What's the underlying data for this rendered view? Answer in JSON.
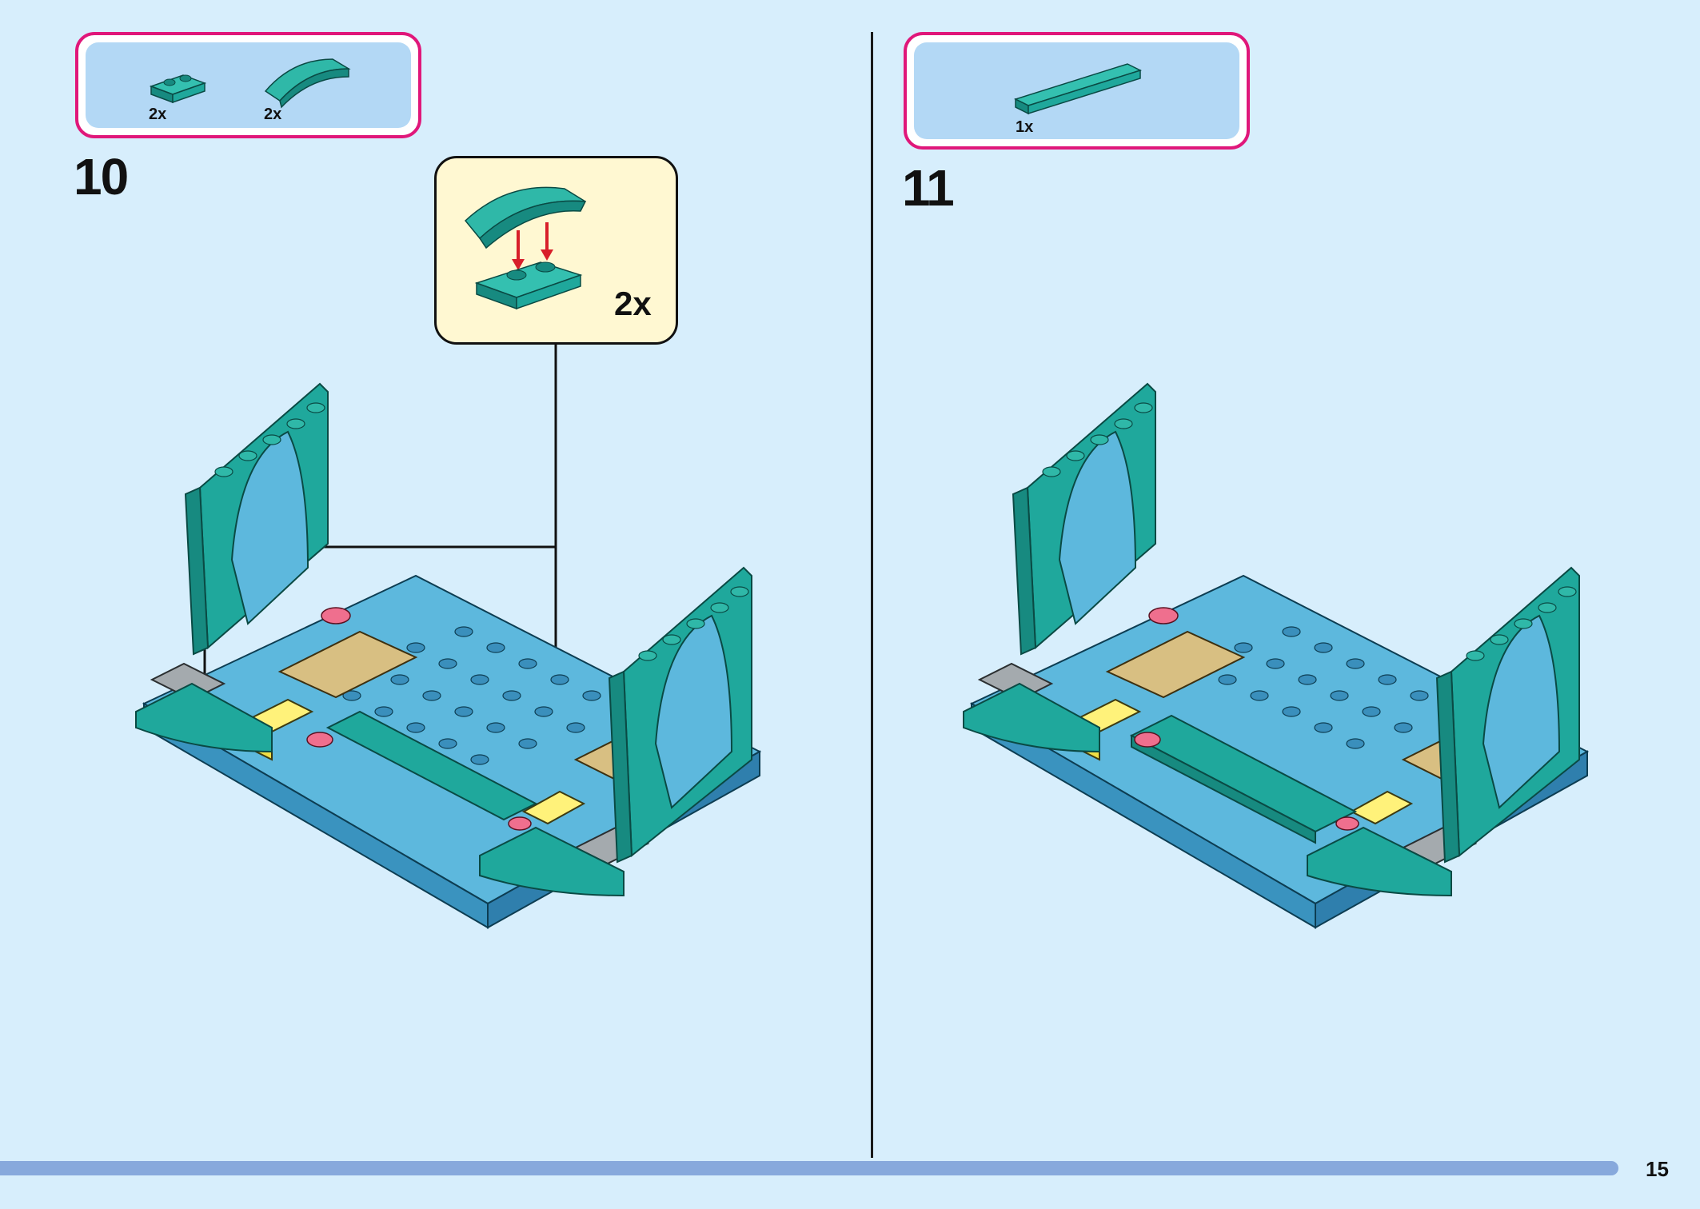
{
  "step10": {
    "number": "10",
    "parts": [
      {
        "qty": "2x",
        "icon": "plate-1x2-icon"
      },
      {
        "qty": "2x",
        "icon": "curved-slope-icon"
      }
    ],
    "callout_qty": "2x"
  },
  "step11": {
    "number": "11",
    "parts": [
      {
        "qty": "1x",
        "icon": "tile-1x6-icon"
      }
    ]
  },
  "page_number": "15",
  "colors": {
    "background": "#d7eefc",
    "parts_border": "#e0177a",
    "parts_fill": "#b3d8f5",
    "teal": "#1fa89c",
    "baseplate": "#5db8dd",
    "tan": "#d8bf82",
    "yellow": "#fff27a",
    "pink": "#ef6f8e",
    "gray": "#9aa0a4",
    "arrow_red": "#d81f2a",
    "bar": "#87a9dc"
  }
}
